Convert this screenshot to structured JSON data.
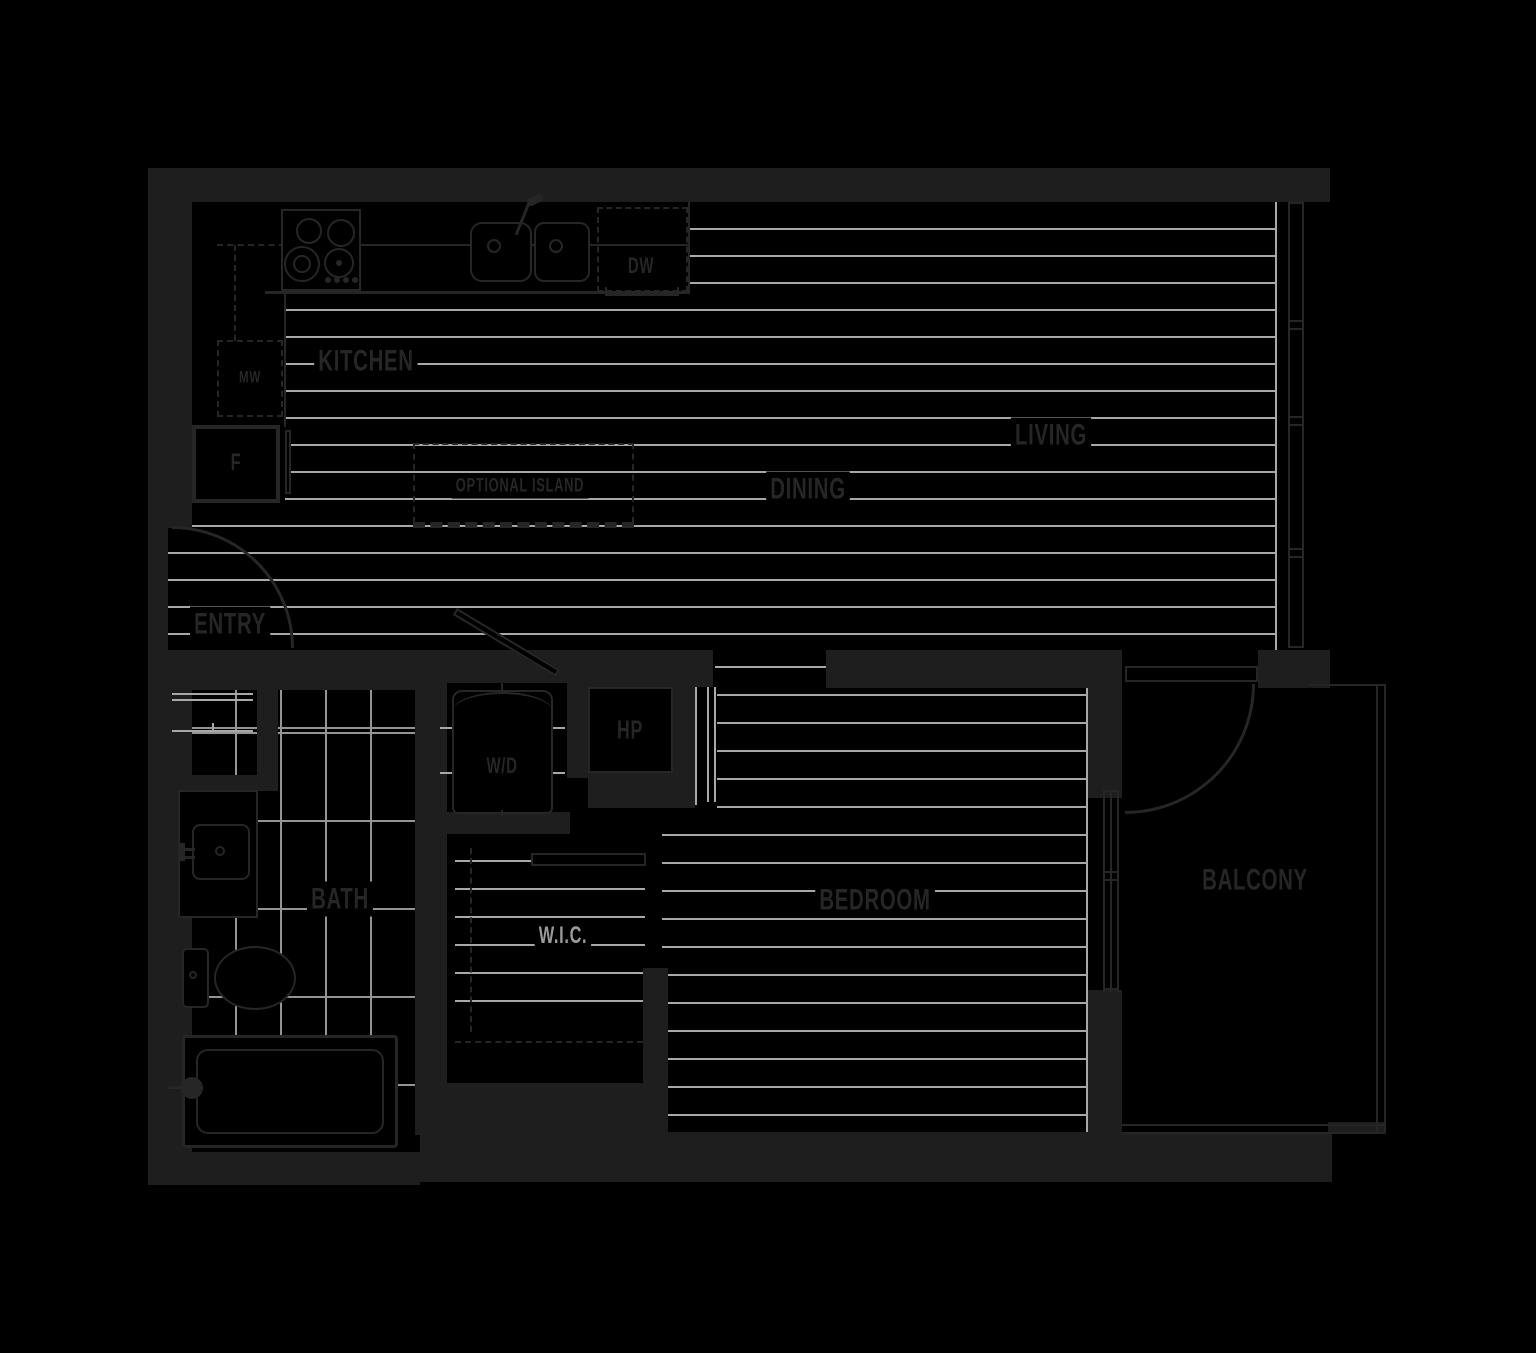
{
  "labels": {
    "kitchen": "KITCHEN",
    "living": "LIVING",
    "dining": "DINING",
    "entry": "ENTRY",
    "bath": "BATH",
    "wic": "W.I.C.",
    "bedroom": "BEDROOM",
    "balcony": "BALCONY",
    "island": "OPTIONAL ISLAND",
    "microwave": "MW",
    "fridge": "F",
    "dishwasher": "DW",
    "washer_dryer": "W/D",
    "heatpump": "HP"
  },
  "colors": {
    "background": "#000000",
    "wall": "#1f1e1e",
    "line": "#262626",
    "plank": "#a8a8a8",
    "tile": "#949494",
    "label": "#262626",
    "label_muted": "#9b9b9b"
  }
}
